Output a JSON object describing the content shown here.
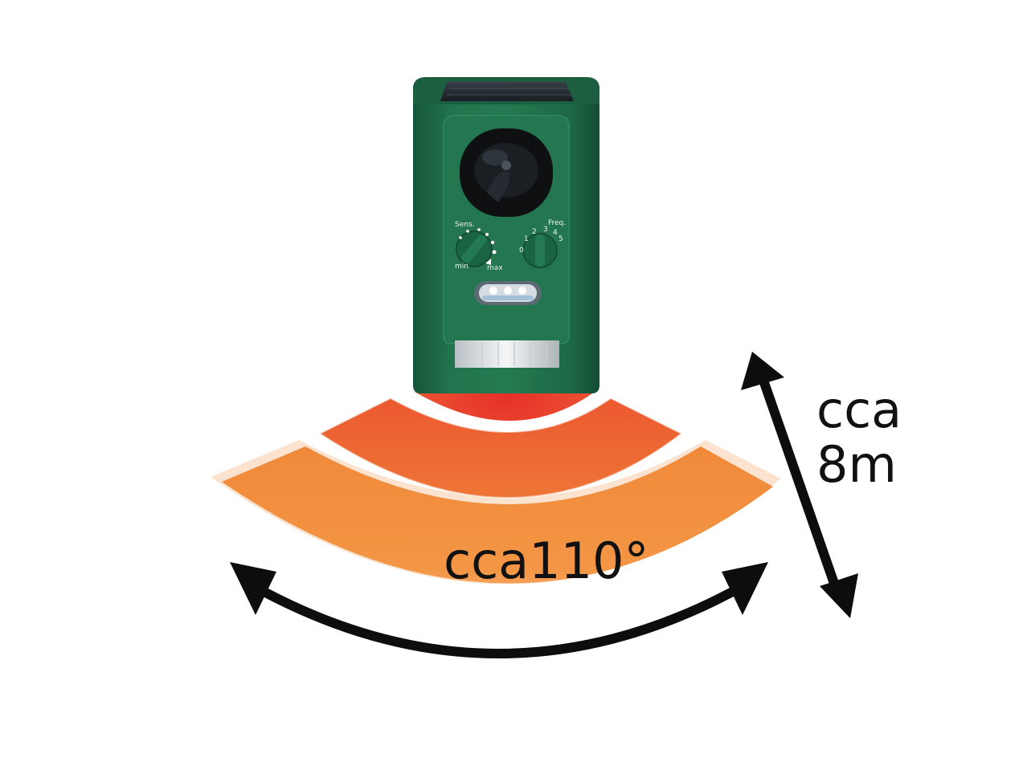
{
  "device": {
    "sensitivity_label": "Sens.",
    "frequency_label": "Freq.",
    "min_label": "min",
    "max_label": "max",
    "frequency_marks": [
      "0",
      "1",
      "2",
      "3",
      "4",
      "5"
    ]
  },
  "annotations": {
    "range_line1": "cca",
    "range_line2": "8m",
    "angle": "cca110°"
  },
  "colors": {
    "device_green": "#1f6b46",
    "zone_inner": "#e8382a",
    "zone_middle": "#ea6a32",
    "zone_outer": "#f0923a",
    "arrow": "#0d0d0d"
  },
  "icons": [
    "solar-panel-icon",
    "pir-sensor-icon",
    "sensitivity-knob-icon",
    "frequency-knob-icon",
    "led-strip-icon",
    "range-arrow-icon",
    "angle-arrow-icon"
  ]
}
